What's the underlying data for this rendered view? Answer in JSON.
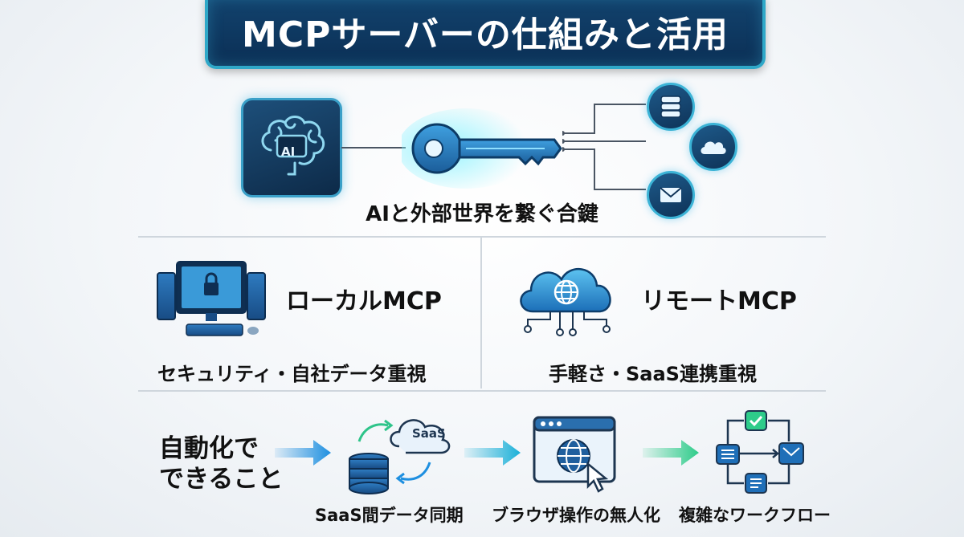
{
  "title": "MCPサーバーの仕組みと活用",
  "top": {
    "center_label": "AI",
    "caption": "AIと外部世界を繋ぐ合鍵"
  },
  "local": {
    "title": "ローカルMCP",
    "caption": "セキュリティ・自社データ重視"
  },
  "remote": {
    "title": "リモートMCP",
    "caption": "手軽さ・SaaS連携重視"
  },
  "automation": {
    "heading_line1": "自動化で",
    "heading_line2": "できること",
    "saas_label": "SaaS",
    "items": [
      "SaaS間データ同期",
      "ブラウザ操作の無人化",
      "複雑なワークフロー"
    ]
  },
  "colors": {
    "navy": "#0b2f55",
    "accent": "#2fa8c8",
    "arrow_blue": "#1e8fe0",
    "arrow_green": "#2ecc8a"
  }
}
